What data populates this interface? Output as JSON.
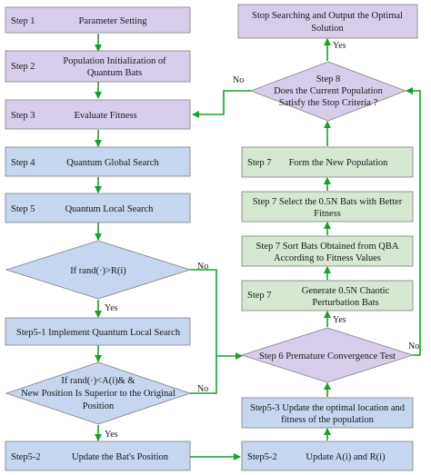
{
  "colors": {
    "arrow": "#17a02b",
    "purple_box": "#d7cdeb",
    "blue_box": "#c5d6ee",
    "green_box": "#d6e7d2",
    "border": "#7f7f7f"
  },
  "nodes": {
    "step1": {
      "step": "Step 1",
      "text": "Parameter Setting"
    },
    "step2": {
      "step": "Step 2",
      "line1": "Population Initialization of",
      "line2": "Quantum Bats"
    },
    "step3": {
      "step": "Step 3",
      "text": "Evaluate Fitness"
    },
    "step4": {
      "step": "Step 4",
      "text": "Quantum Global Search"
    },
    "step5": {
      "step": "Step 5",
      "text": "Quantum Local Search"
    },
    "decision_r": {
      "text": "If rand(·)>R(i)"
    },
    "step5_1": {
      "text": "Step5-1 Implement Quantum Local Search"
    },
    "decision_a": {
      "line1": "If rand(·)<A(i)& &",
      "line2": "New Position Is Superior to the Original",
      "line3": "Position"
    },
    "step5_2": {
      "step": "Step5-2",
      "text": "Update the Bat's Position"
    },
    "step5_2b": {
      "step": "Step5-2",
      "text": "Update A(i) and R(i)"
    },
    "step5_3": {
      "line1": "Step5-3 Update the optimal location and",
      "line2": "fitness of the population"
    },
    "step6": {
      "text": "Step 6 Premature Convergence Test"
    },
    "step7a": {
      "step": "Step 7",
      "line1": "Generate 0.5N Chaotic",
      "line2": "Perturbation Bats"
    },
    "step7b": {
      "line1": "Step 7  Sort Bats Obtained from QBA",
      "line2": "According to Fitness Values"
    },
    "step7c": {
      "line1": "Step 7  Select the 0.5N Bats with Better",
      "line2": "Fitness"
    },
    "step7d": {
      "step": "Step 7",
      "text": "Form the New Population"
    },
    "step8": {
      "line1": "Step 8",
      "line2": "Does the Current Population",
      "line3": "Satisfy the Stop Criteria ?"
    },
    "stop": {
      "line1": "Stop Searching  and Output the Optimal",
      "line2": "Solution"
    }
  },
  "edge_labels": {
    "yes": "Yes",
    "no": "No"
  }
}
